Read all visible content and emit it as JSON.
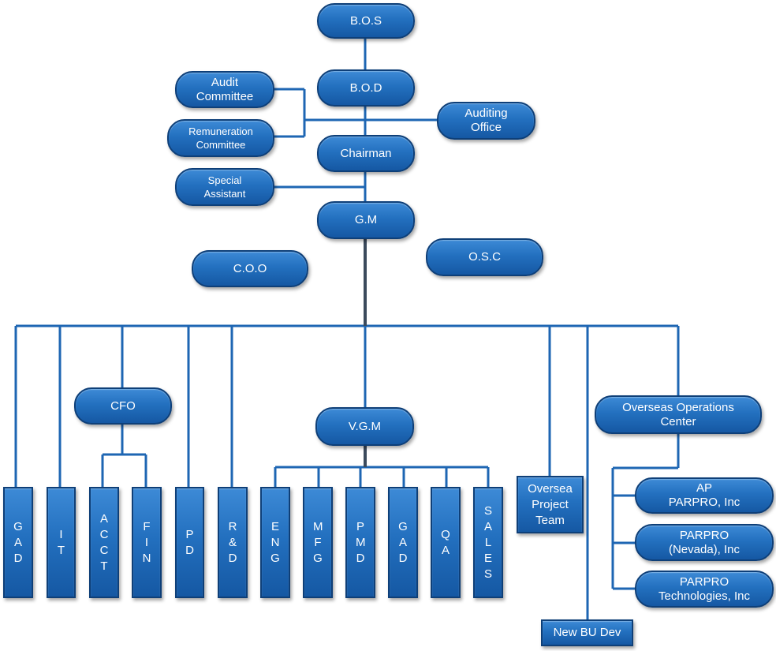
{
  "nodes": {
    "bos": "B.O.S",
    "bod": "B.O.D",
    "audit_committee": "Audit\nCommittee",
    "remuneration_committee": "Remuneration\nCommittee",
    "auditing_office": "Auditing\nOffice",
    "chairman": "Chairman",
    "special_assistant": "Special\nAssistant",
    "gm": "G.M",
    "coo": "C.O.O",
    "osc": "O.S.C",
    "cfo": "CFO",
    "vgm": "V.G.M",
    "overseas_operations_center": "Overseas Operations\nCenter",
    "gad_1": "GAD",
    "it": "IT",
    "acct": "ACCT",
    "fin": "FIN",
    "pd": "PD",
    "rd": "R&D",
    "eng": "ENG",
    "mfg": "MFG",
    "pmd": "PMD",
    "gad_2": "GAD",
    "qa": "QA",
    "sales": "SALES",
    "overseas_project_team": "Oversea\nProject\nTeam",
    "new_bu_dev": "New BU Dev",
    "ap_parpro": "AP\nPARPRO, Inc",
    "parpro_nevada": "PARPRO\n(Nevada), Inc",
    "parpro_technologies": "PARPRO\nTechnologies, Inc"
  },
  "colors": {
    "node_fill": "#2370bf",
    "node_border": "#0e3f78",
    "connector": "#1e66b3",
    "text": "#ffffff"
  }
}
